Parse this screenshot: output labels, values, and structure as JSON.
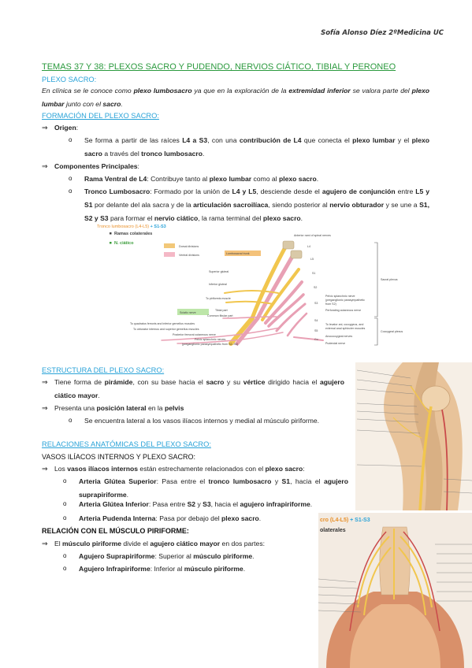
{
  "author": "Sofía Alonso Díez 2ºMedicina UC",
  "title": "TEMAS 37 Y 38: PLEXOS SACRO Y PUDENDO, NERVIOS CIÁTICO, TIBIAL Y PERONEO",
  "s1": {
    "heading": "PLEXO SACRO:",
    "intro": {
      "p1": "En clínica se le conoce como ",
      "b1": "plexo lumbosacro",
      "p2": " ya que en la exploración de la ",
      "b2": "extremidad inferior",
      "p3": " se valora parte del ",
      "b3": "plexo lumbar",
      "p4": " junto con el ",
      "b4": "sacro",
      "p5": "."
    }
  },
  "s2": {
    "heading": "FORMACIÓN DEL PLEXO SACRO:",
    "origen_label": "Origen",
    "origen_colon": ":",
    "origen": {
      "p1": "Se forma a partir de las raíces ",
      "b1": "L4 a S3",
      "p2": ", con una ",
      "b2": "contribución de L4",
      "p3": " que conecta el ",
      "b3": "plexo lumbar",
      "p4": " y el ",
      "b4": "plexo sacro",
      "p5": " a través del ",
      "b5": "tronco lumbosacro",
      "p6": "."
    },
    "componentes_label": "Componentes Principales",
    "componentes_colon": ":",
    "rama": {
      "b1": "Rama Ventral de L4",
      "p1": ": Contribuye tanto al ",
      "b2": "plexo lumbar",
      "p2": " como al ",
      "b3": "plexo sacro",
      "p3": "."
    },
    "tronco": {
      "b1": "Tronco Lumbosacro",
      "p1": ": Formado por la unión de ",
      "b2": "L4 y L5",
      "p2": ", desciende desde el ",
      "b3": "agujero de conjunción",
      "p3": " entre ",
      "b4": "L5 y S1",
      "p4": " por delante del ala sacra y de la ",
      "b5": "articulación sacroilíaca",
      "p5": ", siendo posterior al ",
      "b6": "nervio obturador",
      "p6": " y se une a ",
      "b7": "S1, S2 y S3",
      "p7": " para formar el ",
      "b8": "nervio ciático",
      "p8": ", la rama terminal del ",
      "b9": "plexo sacro",
      "p9": "."
    }
  },
  "figure1": {
    "legend_main": "Tronco lumbosacro (L4-L5)",
    "legend_plus": " + S1-S3",
    "legend_ramas": "Ramas colaterales",
    "legend_ciatico": "N. ciático",
    "dorsal": "Dorsal divisions",
    "ventral": "Ventral divisions",
    "labels_left": [
      "Lumbosacral trunk",
      "Superior gluteal",
      "Inferior gluteal",
      "To piriformis muscle",
      "Tibial part",
      "Common fibular part",
      "To quadratus femoris and inferior gemellus muscles",
      "To obturator internus and superior gemellus muscles",
      "Posterior femoral cutaneous nerve",
      "Pelvic splanchnic nerves",
      "(preganglionic parasympathetic from S2–S4)"
    ],
    "sciatic_label": "Sciatic nerve",
    "labels_right": [
      "Anterior rami of spinal nerves",
      "L4",
      "L5",
      "S1",
      "S2",
      "S3",
      "S4",
      "S5",
      "Co",
      "Pelvic splanchnic nerve",
      "(preganglionic parasympathetic",
      "from S2)",
      "Perforating cutaneous nerve",
      "To levator ani, coccygeus, and",
      "external anal sphincter muscles",
      "Anococcygeal nerves",
      "Pudendal nerve"
    ],
    "sacral_plexus": "Sacral plexus",
    "coccygeal_plexus": "Coccygeal plexus"
  },
  "s3": {
    "heading": "ESTRUCTURA DEL PLEXO SACRO:",
    "forma": {
      "p1": "Tiene forma de ",
      "b1": "pirámide",
      "p2": ", con su base hacia el ",
      "b2": "sacro",
      "p3": " y su ",
      "b3": "vértice",
      "p4": " dirigido hacia el ",
      "b4": "agujero ciático mayor",
      "p5": "."
    },
    "posicion": {
      "p1": "Presenta una ",
      "b1": "posición lateral",
      "p2": " en la ",
      "b2": "pelvis"
    },
    "lateral": {
      "p1": "Se encuentra lateral a los vasos ilíacos internos y medial al músculo piriforme."
    }
  },
  "s4": {
    "heading": "RELACIONES ANATÓMICAS DEL PLEXO SACRO:",
    "vasos_heading": "VASOS ILÍACOS INTERNOS Y PLEXO SACRO:",
    "vasos": {
      "p1": "Los ",
      "b1": "vasos ilíacos internos",
      "p2": " están estrechamente relacionados con el ",
      "b2": "plexo sacro",
      "p3": ":"
    },
    "gs": {
      "b1": "Arteria Glútea Superior",
      "p1": ": Pasa entre el ",
      "b2": "tronco lumbosacro",
      "p2": " y ",
      "b3": "S1",
      "p3": ", hacia el ",
      "b4": "agujero suprapiriforme",
      "p4": "."
    },
    "gi": {
      "b1": "Arteria Glútea Inferior",
      "p1": ": Pasa entre ",
      "b2": "S2",
      "p2": " y ",
      "b3": "S3",
      "p3": ", hacia el ",
      "b4": "agujero infrapiriforme",
      "p4": "."
    },
    "pi": {
      "b1": "Arteria Pudenda Interna",
      "p1": ": Pasa por debajo del ",
      "b2": "plexo sacro",
      "p2": "."
    },
    "piri_heading": "RELACIÓN CON EL MÚSCULO PIRIFORME:",
    "piri": {
      "p1": "El ",
      "b1": "músculo piriforme",
      "p2": " divide el ",
      "b2": "agujero ciático mayor",
      "p3": " en dos partes:"
    },
    "supra": {
      "b1": "Agujero Suprapiriforme",
      "p1": ": Superior al ",
      "b2": "músculo piriforme",
      "p2": "."
    },
    "infra": {
      "b1": "Agujero Infrapiriforme",
      "p1": ": Inferior al ",
      "b2": "músculo piriforme",
      "p2": "."
    }
  },
  "figure3": {
    "title_a": "cro (L4-L5)",
    "title_plus": " + S1-S3",
    "subtitle": "olaterales"
  },
  "symbols": {
    "arrow": "⇒",
    "bullet": "o"
  },
  "colors": {
    "title": "#2b9a3e",
    "heading": "#2aa3d8",
    "dorsal": "#f2c879",
    "ventral": "#f4b8c6",
    "nerve_pink": "#e8a0b4",
    "nerve_yellow": "#f1c64e",
    "label_green": "#3a9c3a",
    "label_orange": "#e8902a"
  }
}
